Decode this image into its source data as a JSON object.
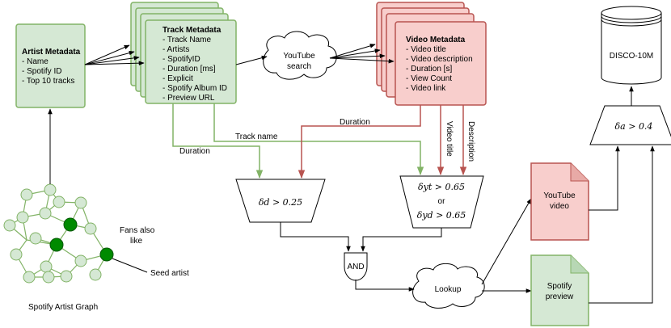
{
  "artist_metadata": {
    "title": "Artist Metadata",
    "items": [
      "- Name",
      "- Spotify ID",
      "- Top 10 tracks"
    ]
  },
  "track_metadata": {
    "title": "Track Metadata",
    "items": [
      "- Track Name",
      "- Artists",
      "- SpotifyID",
      "- Duration [ms]",
      "- Explicit",
      "- Spotify Album ID",
      "- Preview URL"
    ]
  },
  "video_metadata": {
    "title": "Video Metadata",
    "items": [
      "- Video title",
      "- Video description",
      "- Duration [s]",
      "- View Count",
      "- Video link"
    ]
  },
  "youtube_search": {
    "line1": "YouTube",
    "line2": "search"
  },
  "lookup": {
    "label": "Lookup"
  },
  "and_gate": {
    "label": "AND"
  },
  "disco": {
    "label": "DISCO-10M"
  },
  "filters": {
    "duration": "δd > 0.25",
    "title_desc_1": "δyt > 0.65",
    "or": "or",
    "title_desc_2": "δyd > 0.65",
    "audio": "δa > 0.4"
  },
  "edge_labels": {
    "duration_green": "Duration",
    "track_name": "Track name",
    "duration_red": "Duration",
    "video_title": "Video title",
    "description": "Description"
  },
  "documents": {
    "youtube": {
      "line1": "YouTube",
      "line2": "video"
    },
    "spotify": {
      "line1": "Spotify",
      "line2": "preview"
    }
  },
  "graph": {
    "fans_line1": "Fans also",
    "fans_line2": "like",
    "seed": "Seed artist",
    "caption": "Spotify Artist Graph"
  },
  "colors": {
    "green_fill": "#d5e8d4",
    "green_stroke": "#82b366",
    "red_fill": "#f8cecc",
    "red_stroke": "#b85450",
    "node_dark": "#008a00",
    "node_light": "#d5e8d4"
  }
}
